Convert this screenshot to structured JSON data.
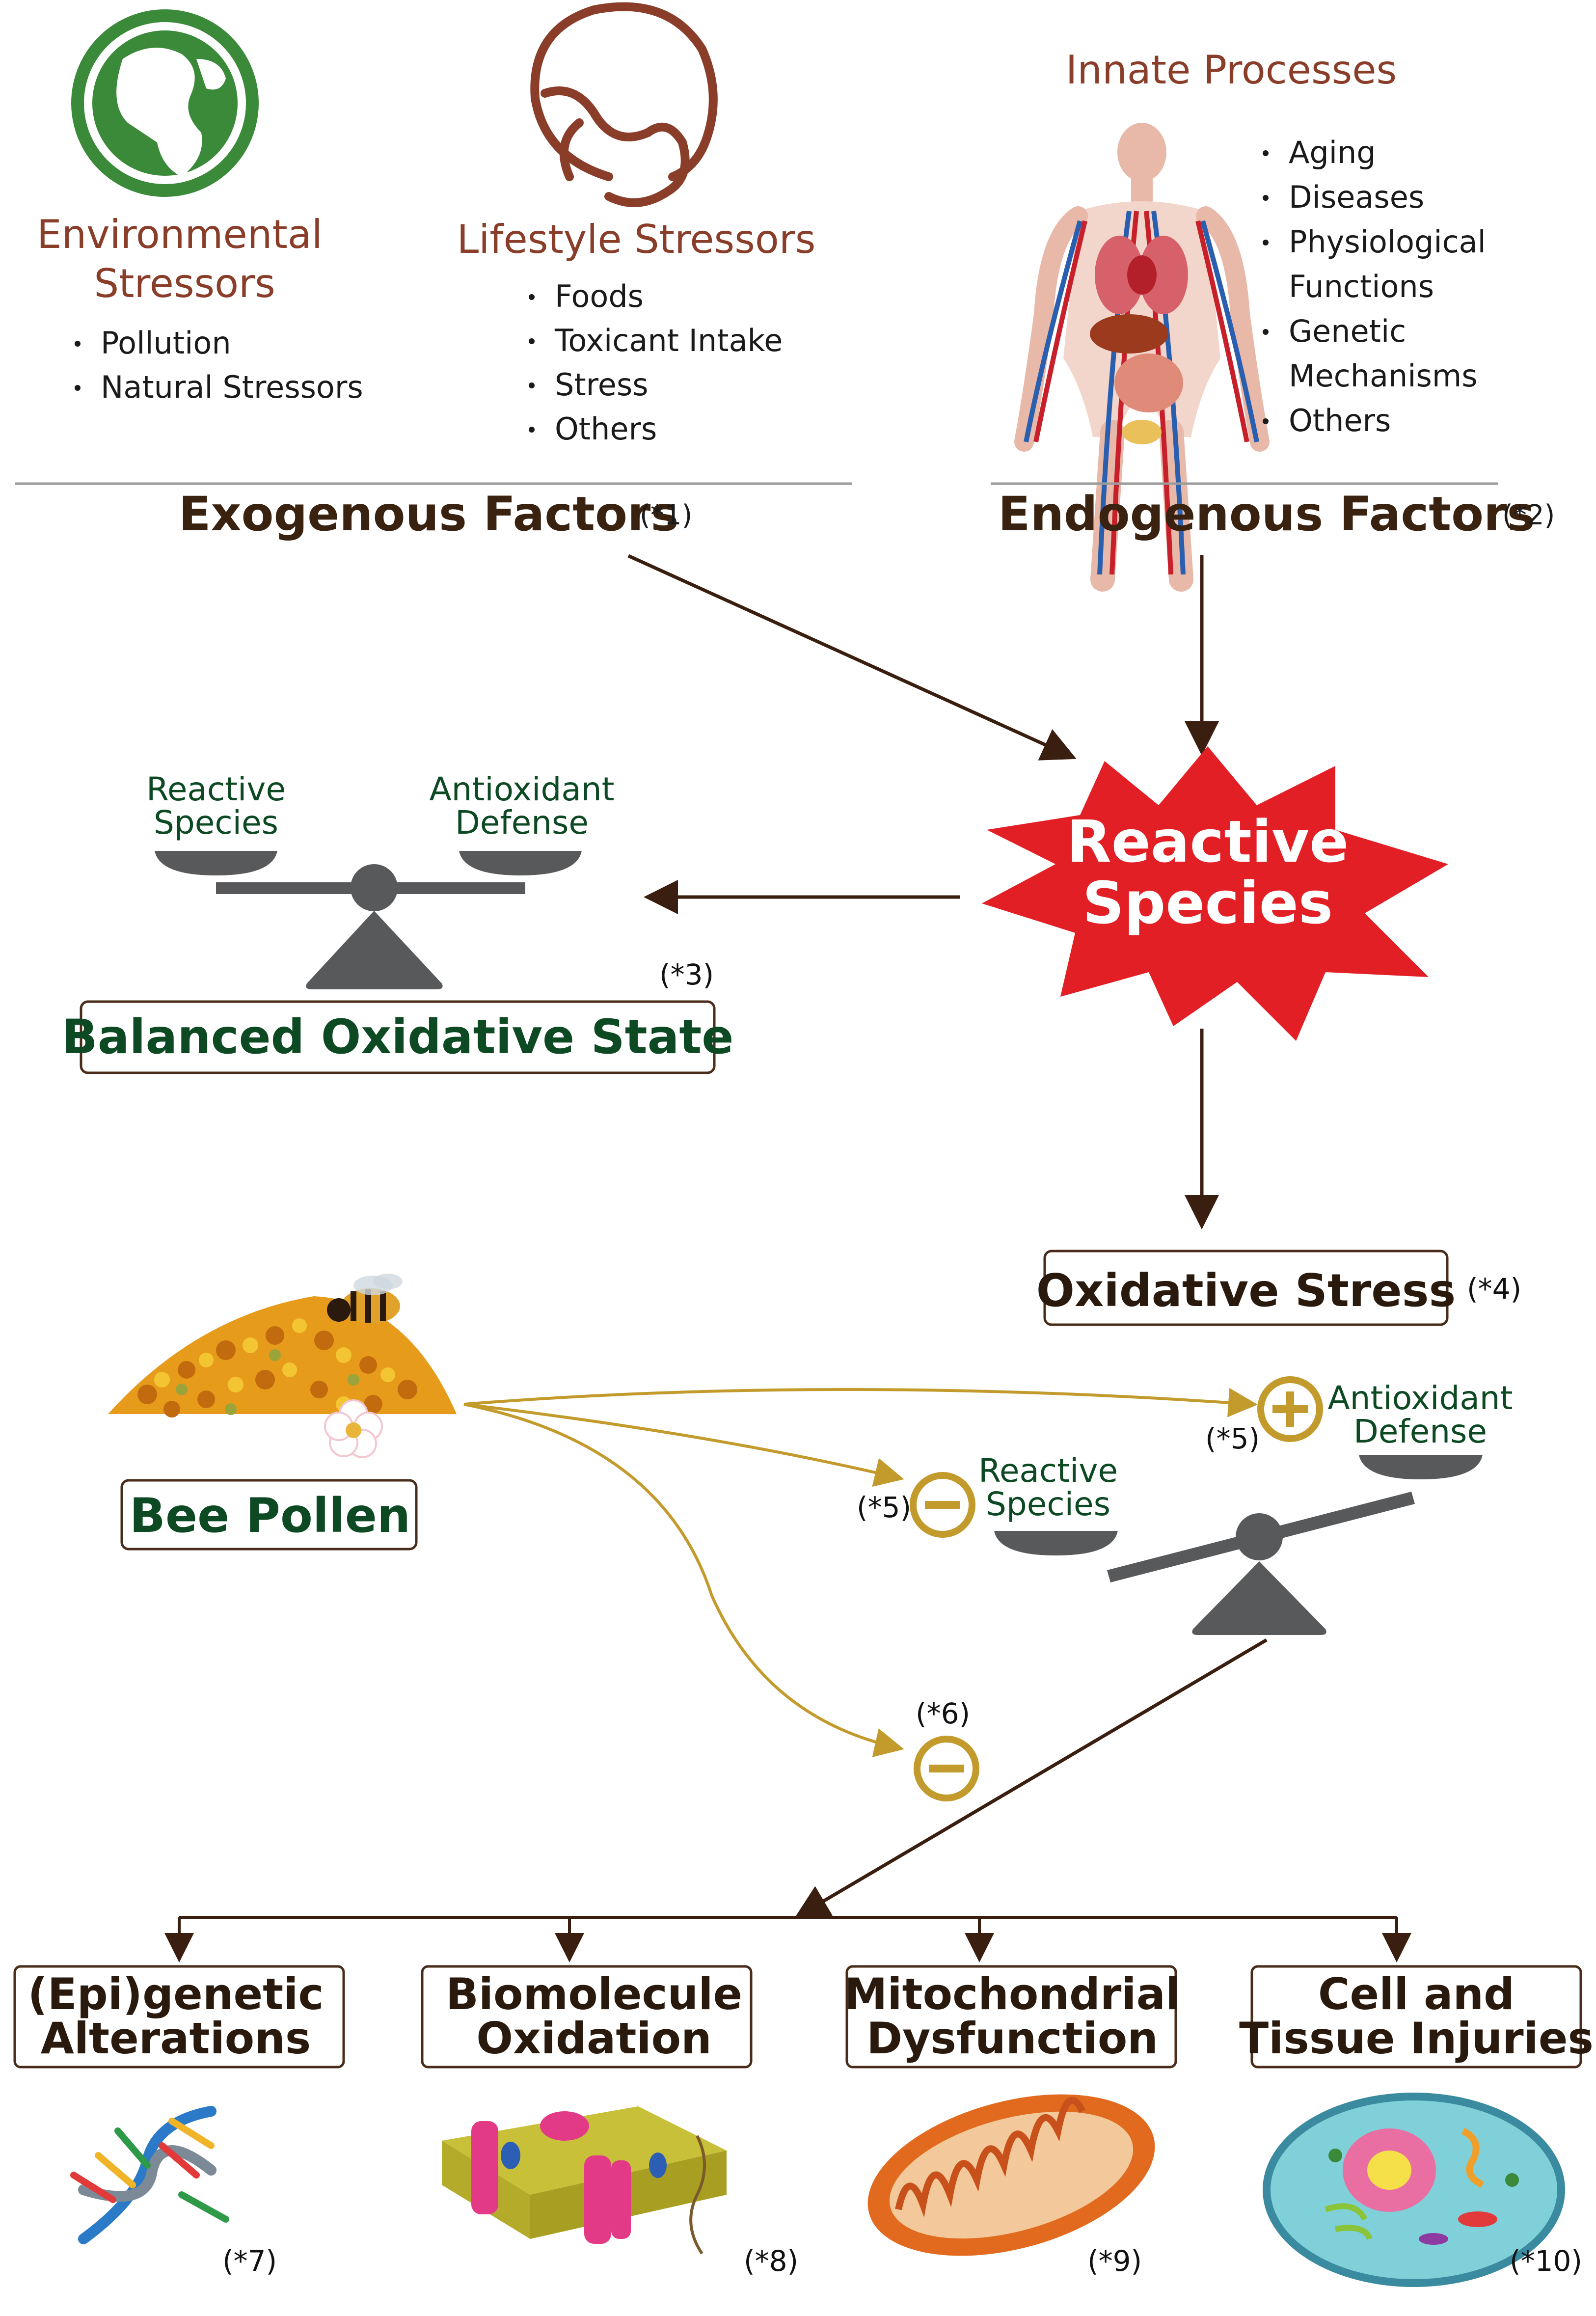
{
  "exogenous": {
    "environmental": {
      "title_line1": "Environmental",
      "title_line2": "Stressors",
      "items": [
        "Pollution",
        "Natural Stressors"
      ]
    },
    "lifestyle": {
      "title": "Lifestyle Stressors",
      "items": [
        "Foods",
        "Toxicant Intake",
        "Stress",
        "Others"
      ]
    },
    "label": "Exogenous Factors",
    "note": "(*1)"
  },
  "endogenous": {
    "innate_title": "Innate Processes",
    "items": [
      "Aging",
      "Diseases",
      "Physiological",
      "Functions",
      "Genetic",
      "Mechanisms",
      "Others"
    ],
    "label": "Endogenous Factors",
    "note": "(*2)"
  },
  "reactive_species": {
    "line1": "Reactive",
    "line2": "Species"
  },
  "balanced": {
    "left_line1": "Reactive",
    "left_line2": "Species",
    "right_line1": "Antioxidant",
    "right_line2": "Defense",
    "label": "Balanced Oxidative State",
    "note": "(*3)"
  },
  "oxidative_stress": {
    "label": "Oxidative Stress",
    "note": "(*4)"
  },
  "bee_pollen": {
    "label": "Bee Pollen"
  },
  "imbalance": {
    "plus_note": "(*5)",
    "minus_note": "(*5)",
    "antioxidant_line1": "Antioxidant",
    "antioxidant_line2": "Defense",
    "reactive_line1": "Reactive",
    "reactive_line2": "Species",
    "damage_note": "(*6)",
    "plus_symbol": "+",
    "minus_symbol": "−"
  },
  "outcomes": [
    {
      "line1": "(Epi)genetic",
      "line2": "Alterations",
      "note": "(*7)"
    },
    {
      "line1": "Biomolecule",
      "line2": "Oxidation",
      "note": "(*8)"
    },
    {
      "line1": "Mitochondrial",
      "line2": "Dysfunction",
      "note": "(*9)"
    },
    {
      "line1": "Cell and",
      "line2": "Tissue Injuries",
      "note": "(*10)"
    }
  ],
  "colors": {
    "heading_brown": "#8a3e2a",
    "factor_text": "#3a2210",
    "arrow": "#3a1e10",
    "gold": "#c39a2c",
    "green_text": "#0d4a23",
    "scale_gray": "#58595b",
    "burst_red": "#e31f26",
    "globe_green": "#3a8a3a"
  },
  "icons": [
    "globe-icon",
    "face-mask-icon",
    "human-anatomy-icon",
    "reactive-burst-icon",
    "balance-scale-icon",
    "bee-pollen-icon",
    "bee-icon",
    "dna-icon",
    "cell-membrane-icon",
    "mitochondrion-icon",
    "animal-cell-icon"
  ]
}
